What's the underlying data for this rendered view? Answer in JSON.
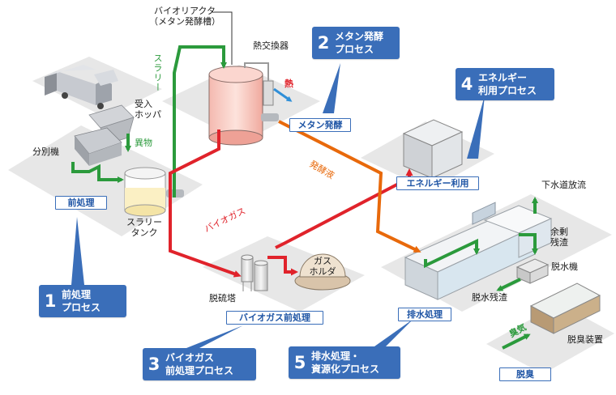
{
  "labels": {
    "bioreactor_line1": "バイオリアクタ",
    "bioreactor_line2": "（メタン発酵槽）",
    "heat_exchanger": "熱交換器",
    "heat": "熱",
    "slurry": "スラリー",
    "receiving_hopper_line1": "受入",
    "receiving_hopper_line2": "ホッパ",
    "separator": "分別機",
    "foreign_matter": "異物",
    "slurry_tank_line1": "スラリー",
    "slurry_tank_line2": "タンク",
    "fermentation_liquid": "発酵液",
    "biogas": "バイオガス",
    "desulfurization_tower": "脱硫塔",
    "gas_holder_line1": "ガス",
    "gas_holder_line2": "ホルダ",
    "sewer_discharge": "下水道放流",
    "excess_residue_line1": "余剰",
    "excess_residue_line2": "残渣",
    "dewatering_machine": "脱水機",
    "dewatered_residue": "脱水残渣",
    "odor_air": "臭気",
    "deodorizer": "脱臭装置"
  },
  "areas": {
    "pretreatment": "前処理",
    "methane_fermentation": "メタン発酵",
    "energy_use": "エネルギー利用",
    "biogas_pretreatment": "バイオガス前処理",
    "wastewater": "排水処理",
    "deodorization": "脱臭"
  },
  "callouts": [
    {
      "number": "1",
      "label": "前処理\nプロセス"
    },
    {
      "number": "2",
      "label": "メタン発酵\nプロセス"
    },
    {
      "number": "3",
      "label": "バイオガス\n前処理プロセス"
    },
    {
      "number": "4",
      "label": "エネルギー\n利用プロセス"
    },
    {
      "number": "5",
      "label": "排水処理・\n資源化プロセス"
    }
  ],
  "colors": {
    "callout_blue": "#3a6eb9",
    "slurry_green": "#2b9a3c",
    "biogas_red": "#e0232b",
    "fermentation_orange": "#e8690b",
    "heat_blue": "#2f8fd8",
    "ground_gray": "#e6e6e6"
  },
  "icons": {
    "truck": "delivery-truck-icon",
    "reactor": "bioreactor-tank-icon",
    "gas_holder": "gas-holder-dome-icon",
    "generator": "energy-generator-box-icon"
  }
}
